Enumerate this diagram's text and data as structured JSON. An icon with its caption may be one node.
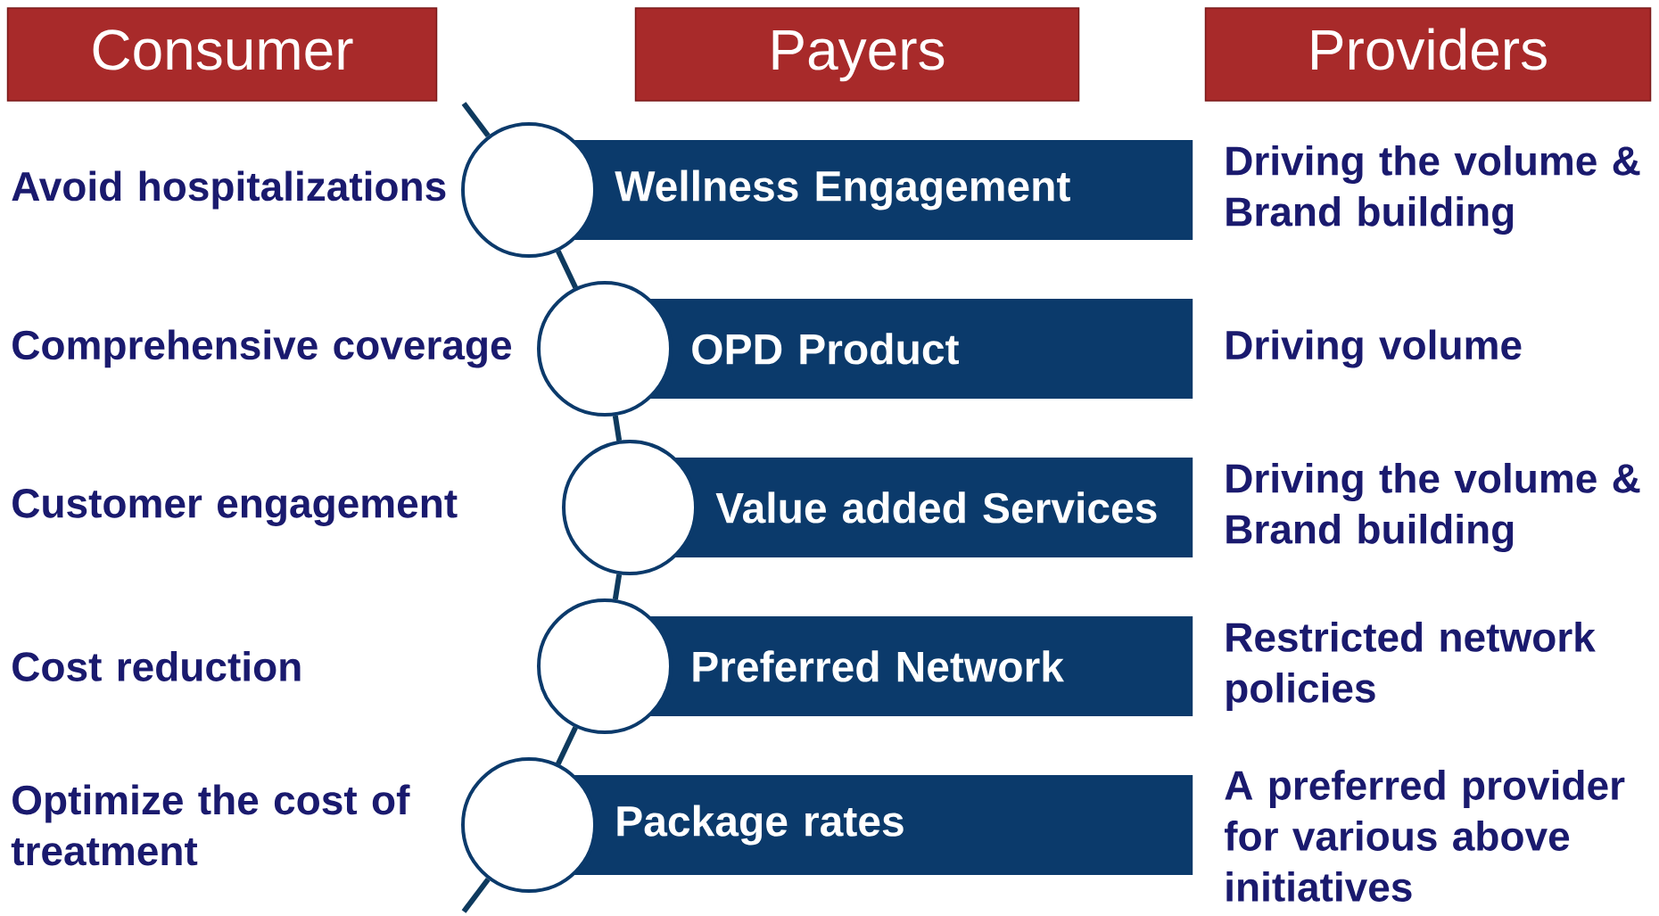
{
  "diagram": {
    "nodes": [
      {
        "text": [
          "Consumer"
        ]
      },
      {
        "text": [
          "Payers"
        ]
      },
      {
        "text": [
          "Providers"
        ]
      },
      {
        "text": [],
        "shape": "circle"
      },
      {
        "text": [],
        "shape": "circle"
      },
      {
        "text": [],
        "shape": "circle"
      },
      {
        "text": [],
        "shape": "circle"
      },
      {
        "text": [],
        "shape": "circle"
      },
      {
        "text": [
          "Wellness Engagement"
        ]
      },
      {
        "text": [
          "OPD Product"
        ]
      },
      {
        "text": [
          "Value added Services"
        ]
      },
      {
        "text": [
          "Preferred Network"
        ]
      },
      {
        "text": [
          "Package rates"
        ]
      }
    ],
    "edges": [
      {
        "from": null,
        "to": 3,
        "arrow": "none"
      },
      {
        "from": 3,
        "to": 4,
        "arrow": "none"
      },
      {
        "from": 4,
        "to": 5,
        "arrow": "none"
      },
      {
        "from": 5,
        "to": 6,
        "arrow": "none"
      },
      {
        "from": 6,
        "to": 7,
        "arrow": "none"
      },
      {
        "from": 7,
        "to": null,
        "arrow": "none"
      }
    ],
    "labels": [
      "Avoid hospitalizations",
      "Driving the volume & Brand building",
      "Comprehensive coverage",
      "Driving volume",
      "Customer engagement",
      "Driving the volume & Brand building",
      "Cost reduction",
      "Restricted network policies",
      "Optimize the cost of treatment",
      "A preferred provider for various above initiatives"
    ]
  }
}
